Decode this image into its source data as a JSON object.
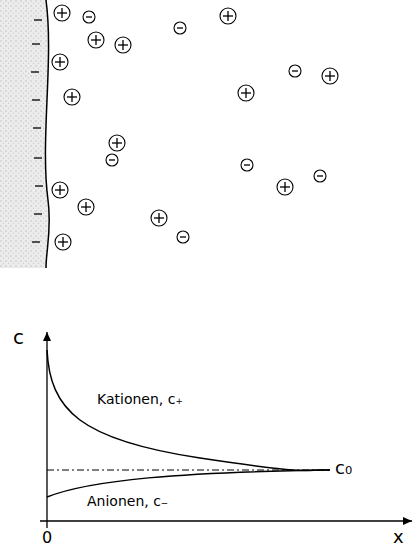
{
  "diagram": {
    "labels": [
      "c",
      "Kationen, c₊",
      "Anionen, c₋",
      "c₀",
      "x",
      "0"
    ]
  }
}
